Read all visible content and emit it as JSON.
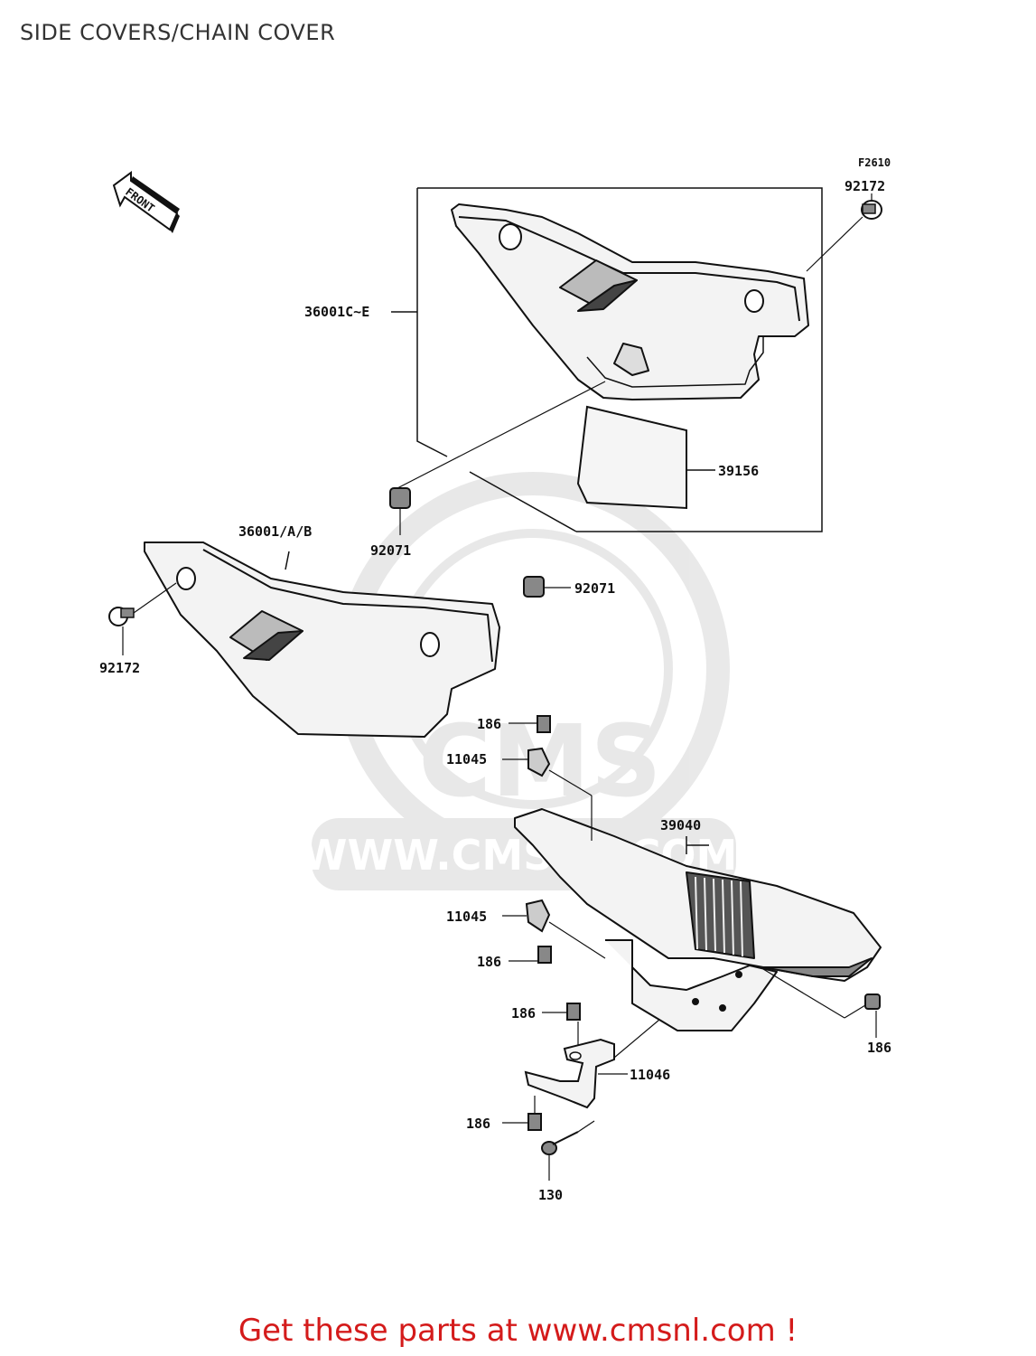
{
  "title": "SIDE COVERS/CHAIN COVER",
  "figure_code": "F2610",
  "front_marker": "FRONT",
  "watermark": {
    "logo": "CMS",
    "url": "WWW.CMSNL.COM"
  },
  "part_labels": {
    "p92172_top": "92172",
    "p36001c_e": "36001C~E",
    "p39156": "39156",
    "p92071_left": "92071",
    "p36001_a_b": "36001/A/B",
    "p92071_right": "92071",
    "p92172_left": "92172",
    "p186_a": "186",
    "p11045_a": "11045",
    "p39040": "39040",
    "p11045_b": "11045",
    "p186_b": "186",
    "p186_c": "186",
    "p186_right": "186",
    "p11046": "11046",
    "p186_d": "186",
    "p130": "130"
  },
  "footer_link": "Get these parts at www.cmsnl.com !"
}
